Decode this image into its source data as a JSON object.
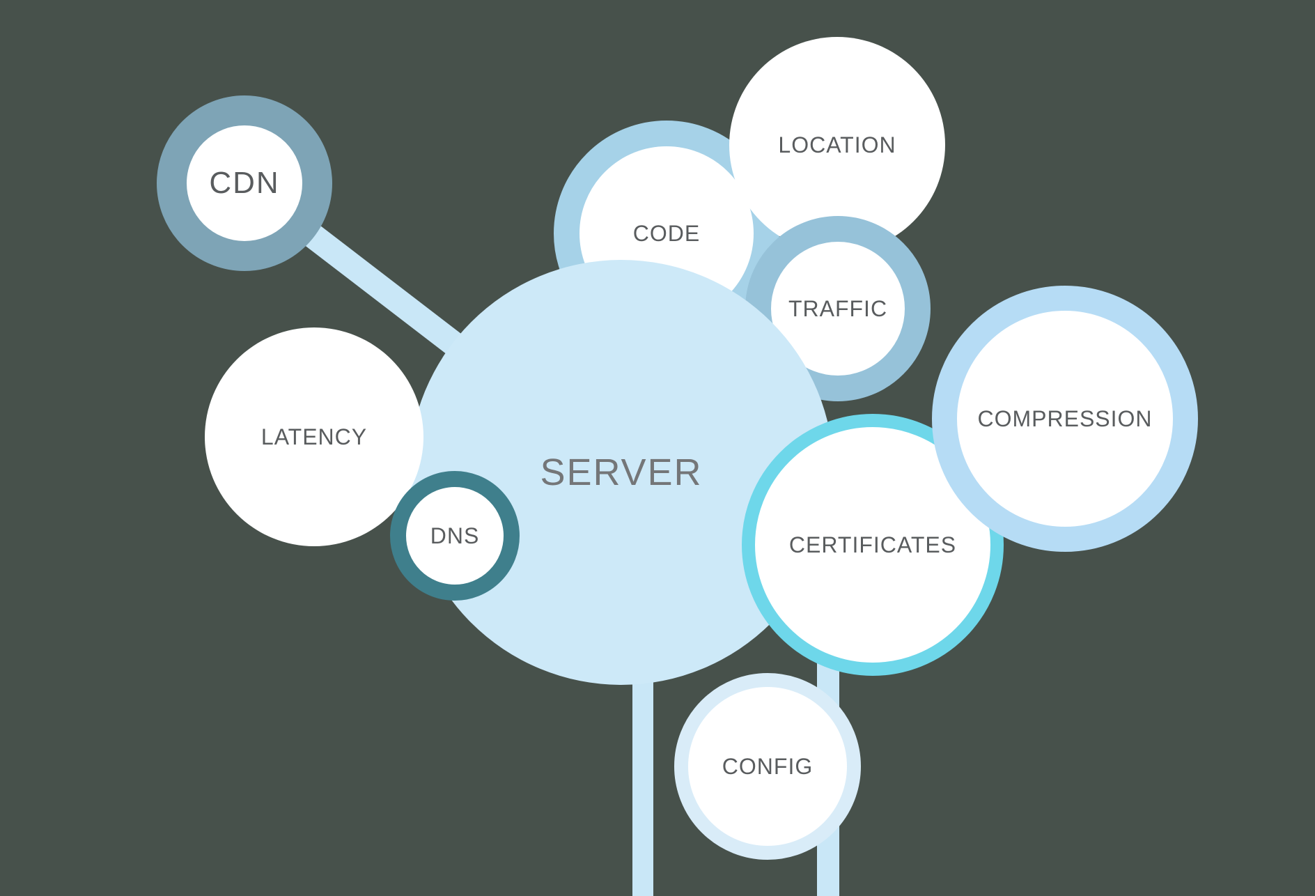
{
  "colors": {
    "background": "#47514B",
    "connector": "#C9E7F7",
    "server_fill": "#CDE9F8",
    "satellite_fill": "#FFFFFF",
    "label": "#595C5E",
    "center_label": "#747678"
  },
  "diagram": {
    "center": {
      "id": "server",
      "label": "SERVER",
      "fill": "#CDE9F8",
      "label_color": "#747678"
    },
    "satellites": [
      {
        "id": "cdn",
        "label": "CDN",
        "ring_color": "#7EA4B6"
      },
      {
        "id": "latency",
        "label": "LATENCY",
        "ring_color": "none"
      },
      {
        "id": "dns",
        "label": "DNS",
        "ring_color": "#3F7F8C"
      },
      {
        "id": "code",
        "label": "CODE",
        "ring_color": "#A6D2E8"
      },
      {
        "id": "location",
        "label": "LOCATION",
        "ring_color": "none"
      },
      {
        "id": "traffic",
        "label": "TRAFFIC",
        "ring_color": "#96C2D9"
      },
      {
        "id": "compression",
        "label": "COMPRESSION",
        "ring_color": "#B6DCF5"
      },
      {
        "id": "certificates",
        "label": "CERTIFICATES",
        "ring_color": "#6ED7EA"
      },
      {
        "id": "config",
        "label": "CONFIG",
        "ring_color": "#D9ECF8"
      }
    ],
    "connectors": [
      {
        "id": "cdn-server",
        "from": "cdn",
        "to": "server"
      },
      {
        "id": "server-bottom",
        "from": "server",
        "to": "bottom-edge"
      },
      {
        "id": "certificates-bottom",
        "from": "certificates",
        "to": "bottom-edge"
      }
    ]
  }
}
